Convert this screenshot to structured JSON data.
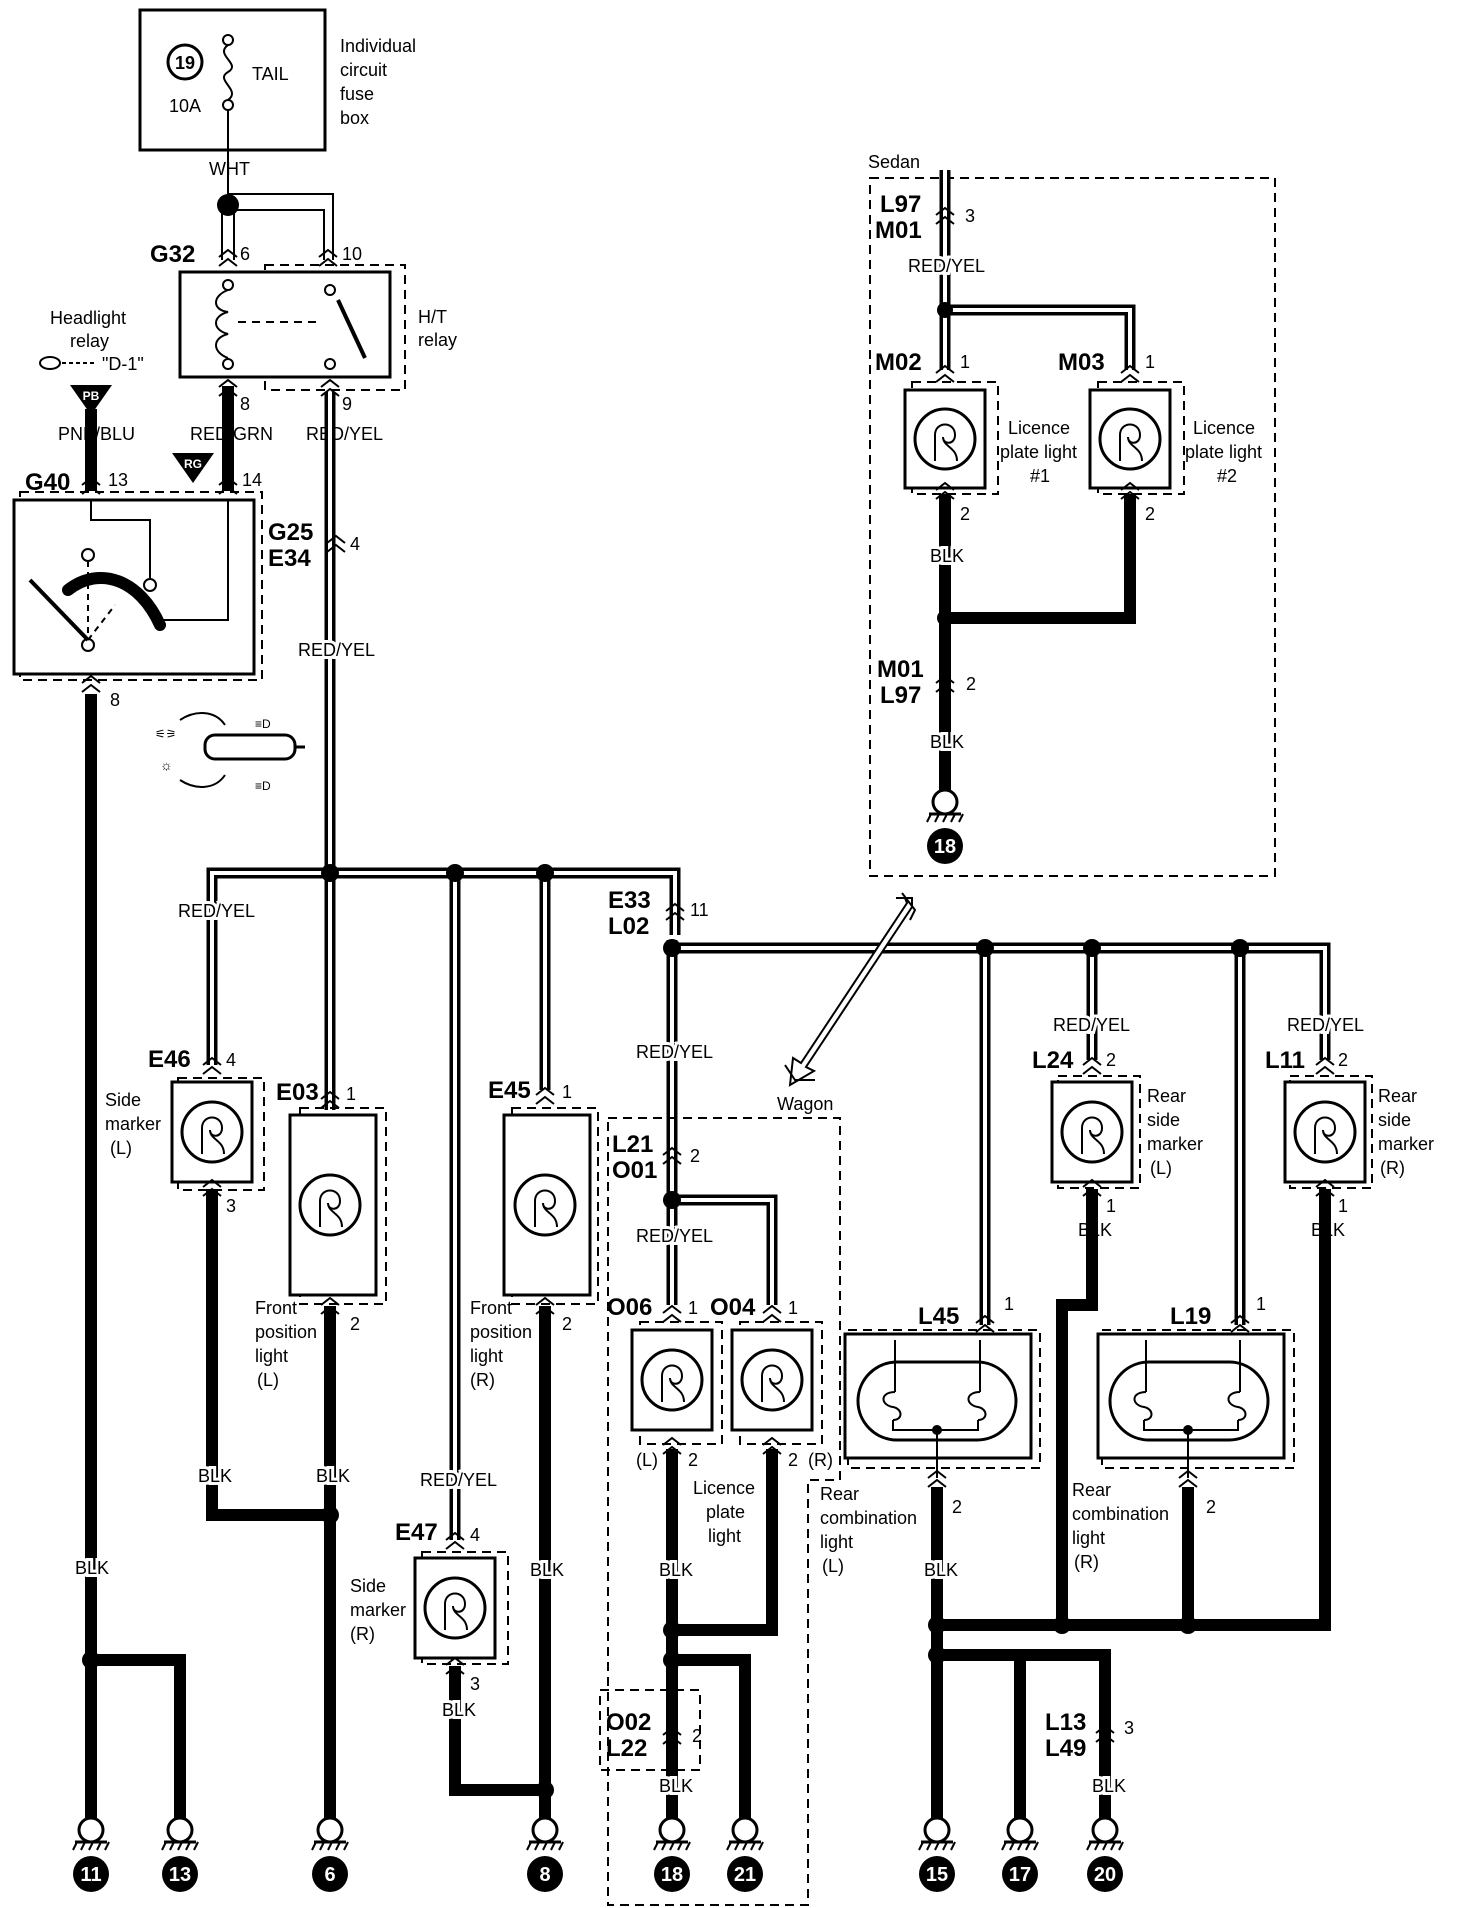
{
  "fuse_box": {
    "number": "19",
    "rating": "10A",
    "name": "TAIL",
    "description": [
      "Individual",
      "circuit",
      "fuse",
      "box"
    ]
  },
  "wire_colors": {
    "wht": "WHT",
    "pnk_blu": "PNK/BLU",
    "red_grn": "RED/GRN",
    "red_yel": "RED/YEL",
    "blk": "BLK"
  },
  "relay": {
    "connector": "G32",
    "pin_a": "6",
    "pin_b": "10",
    "pin_c": "8",
    "pin_d": "9",
    "label": [
      "H/T",
      "relay"
    ]
  },
  "headlight_relay": {
    "label": [
      "Headlight",
      "relay"
    ],
    "ref": "\"D-1\"",
    "badge": "PB"
  },
  "switch": {
    "connector": "G40",
    "pin_a": "13",
    "pin_b": "14",
    "pin_c": "8",
    "badge": "RG"
  },
  "inline_g25": {
    "a": "G25",
    "b": "E34",
    "pin": "4"
  },
  "inline_e33": {
    "a": "E33",
    "b": "L02",
    "pin": "11"
  },
  "inline_l21": {
    "a": "L21",
    "b": "O01",
    "pin": "2"
  },
  "inline_o02": {
    "a": "O02",
    "b": "L22",
    "pin": "2"
  },
  "inline_l13": {
    "a": "L13",
    "b": "L49",
    "pin": "3"
  },
  "inline_l97": {
    "a": "L97",
    "b": "M01",
    "pin": "3"
  },
  "inline_m01": {
    "a": "M01",
    "b": "L97",
    "pin": "2"
  },
  "sedan": {
    "label": "Sedan",
    "ground": "18"
  },
  "wagon": {
    "label": "Wagon"
  },
  "lamps": {
    "E46": {
      "id": "E46",
      "pin_top": "4",
      "pin_bottom": "3",
      "label": [
        "Side",
        "marker",
        "(L)"
      ]
    },
    "E03": {
      "id": "E03",
      "pin_top": "1",
      "pin_bottom": "2",
      "label": [
        "Front",
        "position",
        "light",
        "(L)"
      ]
    },
    "E45": {
      "id": "E45",
      "pin_top": "1",
      "pin_bottom": "2",
      "label": [
        "Front",
        "position",
        "light",
        "(R)"
      ]
    },
    "E47": {
      "id": "E47",
      "pin_top": "4",
      "pin_bottom": "3",
      "label": [
        "Side",
        "marker",
        "(R)"
      ]
    },
    "O06": {
      "id": "O06",
      "pin_top": "1",
      "pin_bottom": "2",
      "side": "(L)"
    },
    "O04": {
      "id": "O04",
      "pin_top": "1",
      "pin_bottom": "2",
      "side": "(R)"
    },
    "licence_wagon": [
      "Licence",
      "plate",
      "light"
    ],
    "L45": {
      "id": "L45",
      "pin_top": "1",
      "pin_bottom": "2",
      "label": [
        "Rear",
        "combination",
        "light",
        "(L)"
      ]
    },
    "L19": {
      "id": "L19",
      "pin_top": "1",
      "pin_bottom": "2",
      "label": [
        "Rear",
        "combination",
        "light",
        "(R)"
      ]
    },
    "L24": {
      "id": "L24",
      "pin_top": "2",
      "pin_bottom": "1",
      "label": [
        "Rear",
        "side",
        "marker",
        "(L)"
      ]
    },
    "L11": {
      "id": "L11",
      "pin_top": "2",
      "pin_bottom": "1",
      "label": [
        "Rear",
        "side",
        "marker",
        "(R)"
      ]
    },
    "M02": {
      "id": "M02",
      "pin_top": "1",
      "pin_bottom": "2",
      "label": [
        "Licence",
        "plate light",
        "#1"
      ]
    },
    "M03": {
      "id": "M03",
      "pin_top": "1",
      "pin_bottom": "2",
      "label": [
        "Licence",
        "plate light",
        "#2"
      ]
    }
  },
  "grounds": [
    "11",
    "13",
    "6",
    "8",
    "18",
    "21",
    "15",
    "17",
    "20"
  ]
}
